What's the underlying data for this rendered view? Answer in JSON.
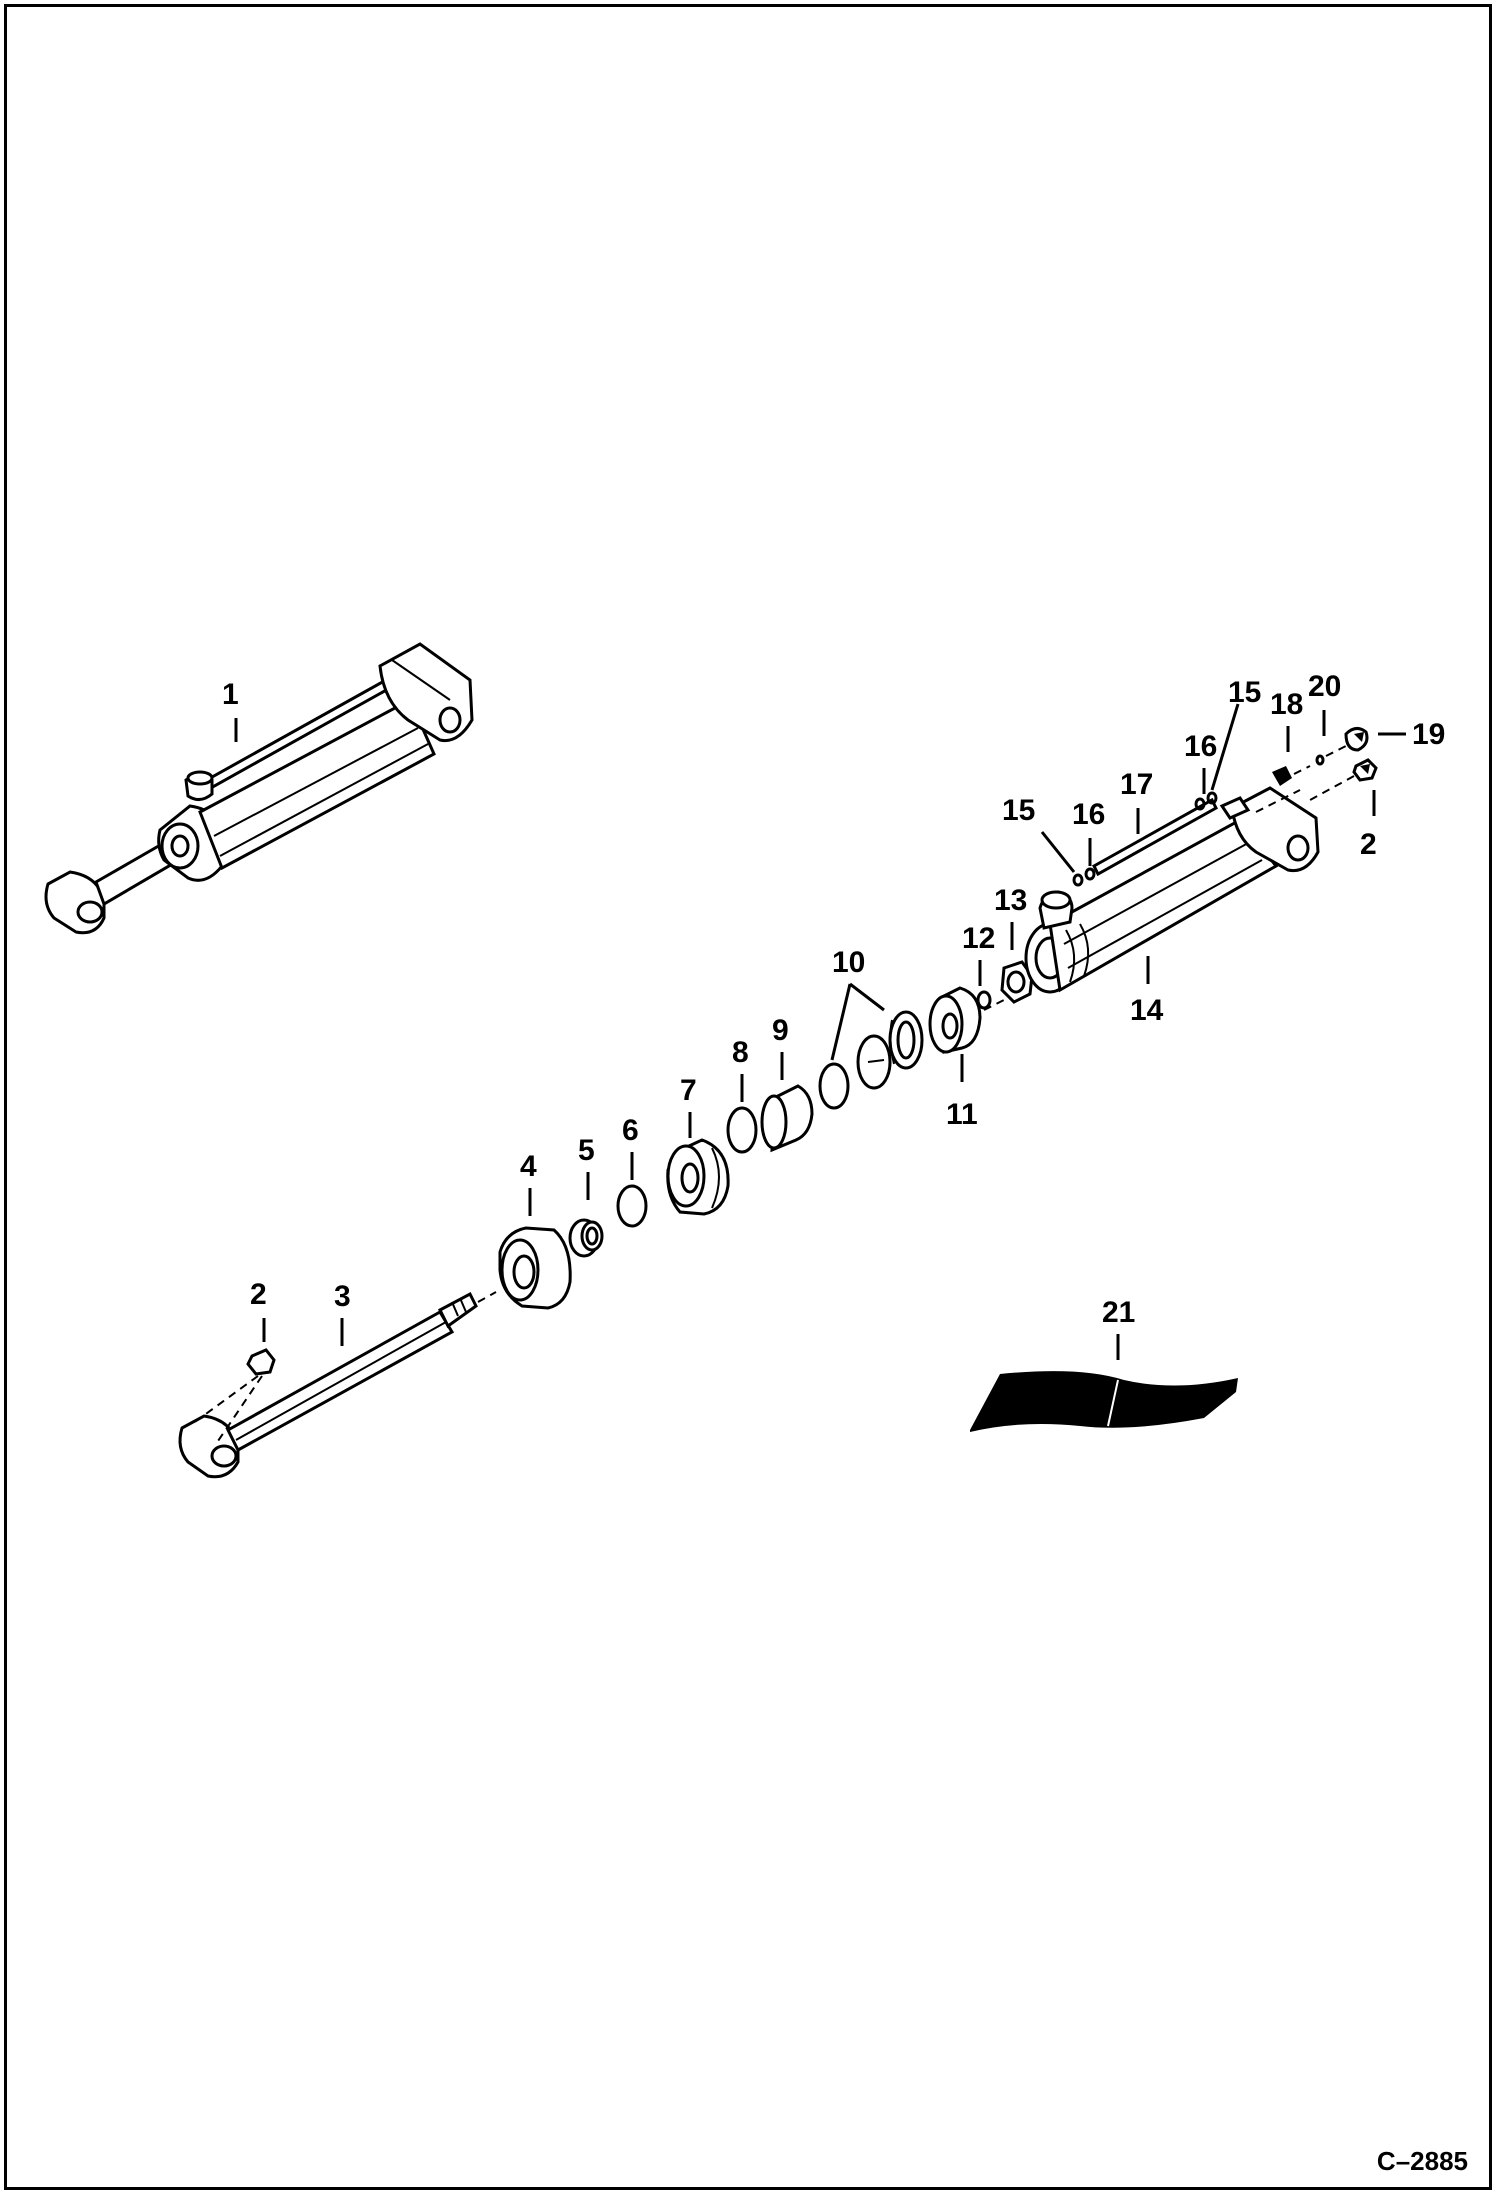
{
  "diagram": {
    "figure_id": "C–2885",
    "callouts": [
      {
        "id": "c1",
        "label": "1"
      },
      {
        "id": "c2a",
        "label": "2"
      },
      {
        "id": "c2b",
        "label": "2"
      },
      {
        "id": "c3",
        "label": "3"
      },
      {
        "id": "c4",
        "label": "4"
      },
      {
        "id": "c5",
        "label": "5"
      },
      {
        "id": "c6",
        "label": "6"
      },
      {
        "id": "c7",
        "label": "7"
      },
      {
        "id": "c8",
        "label": "8"
      },
      {
        "id": "c9",
        "label": "9"
      },
      {
        "id": "c10",
        "label": "10"
      },
      {
        "id": "c11",
        "label": "11"
      },
      {
        "id": "c12",
        "label": "12"
      },
      {
        "id": "c13",
        "label": "13"
      },
      {
        "id": "c14",
        "label": "14"
      },
      {
        "id": "c15a",
        "label": "15"
      },
      {
        "id": "c15b",
        "label": "15"
      },
      {
        "id": "c16a",
        "label": "16"
      },
      {
        "id": "c16b",
        "label": "16"
      },
      {
        "id": "c17",
        "label": "17"
      },
      {
        "id": "c18",
        "label": "18"
      },
      {
        "id": "c19",
        "label": "19"
      },
      {
        "id": "c20",
        "label": "20"
      },
      {
        "id": "c21",
        "label": "21"
      }
    ]
  }
}
